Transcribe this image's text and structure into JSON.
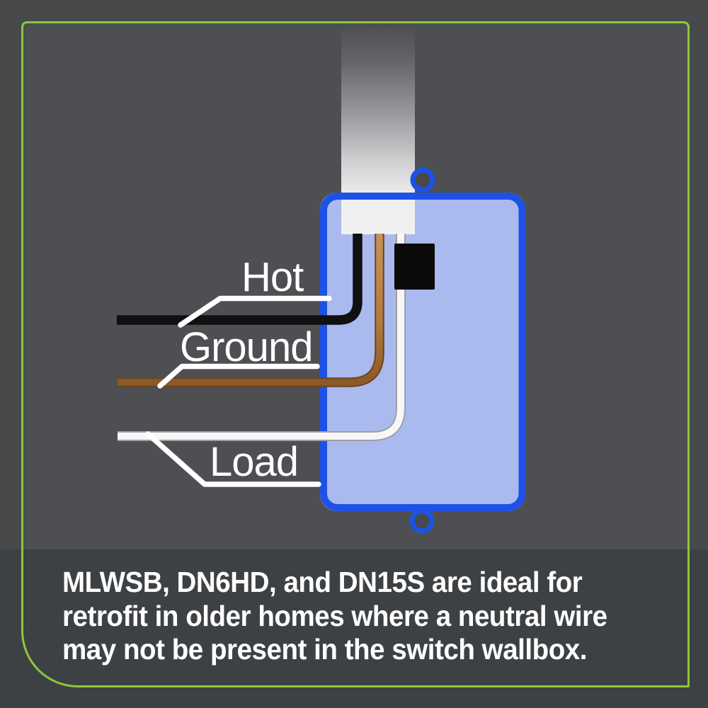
{
  "image_type": "product-wiring-diagram",
  "colors": {
    "frame_green": "#8dc63f",
    "background_outer": "#47494b",
    "background_inner": "#4d4f52",
    "caption_band": "#3e4144",
    "wallbox_border_blue": "#1e52e6",
    "wallbox_fill": "#aab9ee",
    "hot_wire_black": "#101010",
    "ground_wire_copper": "#b5824a",
    "load_wire_white": "#f7f7f8",
    "label_text": "#ffffff"
  },
  "diagram": {
    "wire_labels": [
      {
        "id": "hot",
        "text": "Hot"
      },
      {
        "id": "ground",
        "text": "Ground"
      },
      {
        "id": "load",
        "text": "Load"
      }
    ]
  },
  "caption": {
    "lines": [
      "MLWSB, DN6HD, and DN15S are ideal for",
      "retrofit in older homes where a neutral wire",
      "may not be present in the switch wallbox."
    ]
  }
}
